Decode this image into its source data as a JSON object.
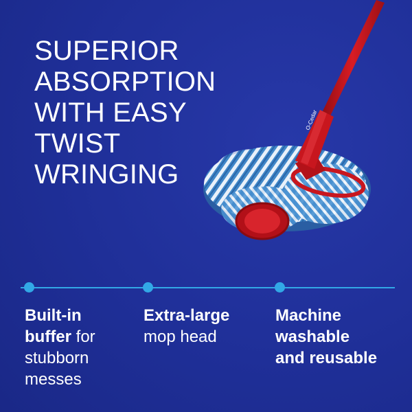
{
  "headline": {
    "lines": [
      "SUPERIOR",
      "ABSORPTION",
      "WITH EASY",
      "TWIST",
      "WRINGING"
    ]
  },
  "product": {
    "brand_mark": "O-Cedar",
    "icon": "mop-icon"
  },
  "colors": {
    "background": "#1f2f98",
    "accent": "#32a8e6",
    "text": "#ffffff",
    "handle": "#c8161e"
  },
  "features": [
    {
      "line1_bold": "Built-in",
      "line2_bold": "buffer",
      "line2_regular": " for",
      "line3_regular": "stubborn",
      "line4_regular": "messes"
    },
    {
      "line1_bold": "Extra-large",
      "line2_regular": "mop head"
    },
    {
      "line1_bold": "Machine",
      "line2_bold": "washable",
      "line3_bold": "and reusable"
    }
  ]
}
